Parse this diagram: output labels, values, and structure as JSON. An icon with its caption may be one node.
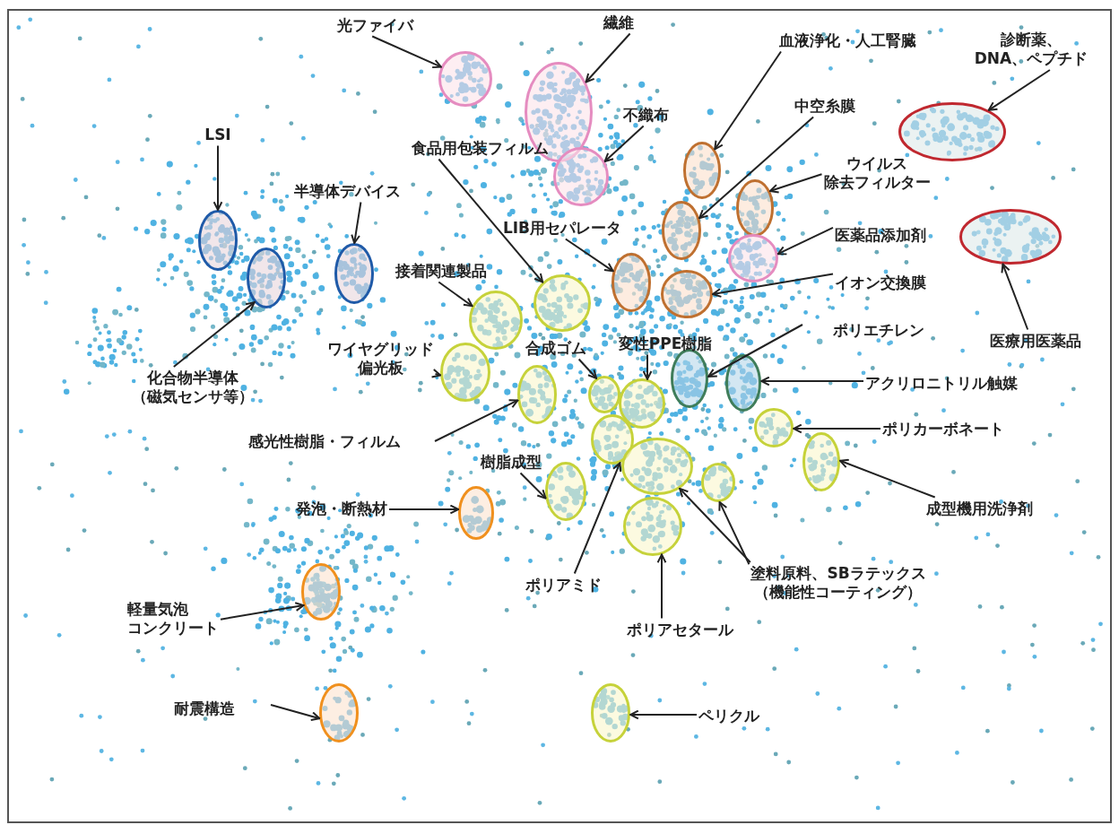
{
  "diagram": {
    "nodes": [
      {
        "text": [
          "光ファイバ"
        ]
      },
      {
        "text": [],
        "shape": "ellipse"
      },
      {
        "text": [
          "繊維"
        ]
      },
      {
        "text": [],
        "shape": "ellipse"
      },
      {
        "text": [
          "血液浄化・人工腎臓"
        ]
      },
      {
        "text": [],
        "shape": "ellipse"
      },
      {
        "text": [
          "診断薬、DNA、ペプチド"
        ]
      },
      {
        "text": [],
        "shape": "ellipse"
      },
      {
        "text": [
          "不織布"
        ]
      },
      {
        "text": [],
        "shape": "ellipse"
      },
      {
        "text": [
          "LSI"
        ]
      },
      {
        "text": [],
        "shape": "ellipse"
      },
      {
        "text": [
          "食品用包装フィルム"
        ]
      },
      {
        "text": [],
        "shape": "ellipse"
      },
      {
        "text": [
          "中空糸膜"
        ]
      },
      {
        "text": [],
        "shape": "ellipse"
      },
      {
        "text": [
          "ウイルス除去フィルター"
        ]
      },
      {
        "text": [],
        "shape": "ellipse"
      },
      {
        "text": [
          "半導体デバイス"
        ]
      },
      {
        "text": [],
        "shape": "ellipse"
      },
      {
        "text": [
          "LIB用セパレータ"
        ]
      },
      {
        "text": [],
        "shape": "ellipse"
      },
      {
        "text": [
          "医薬品添加剤"
        ]
      },
      {
        "text": [],
        "shape": "ellipse"
      },
      {
        "text": [
          "接着関連製品"
        ]
      },
      {
        "text": [],
        "shape": "ellipse"
      },
      {
        "text": [
          "イオン交換膜"
        ]
      },
      {
        "text": [],
        "shape": "ellipse"
      },
      {
        "text": [
          "変性PPE樹脂"
        ]
      },
      {
        "text": [],
        "shape": "ellipse"
      },
      {
        "text": [
          "ポリエチレン"
        ]
      },
      {
        "text": [],
        "shape": "ellipse"
      },
      {
        "text": [
          "合成ゴム"
        ]
      },
      {
        "text": [],
        "shape": "ellipse"
      },
      {
        "text": [
          "医療用医薬品"
        ]
      },
      {
        "text": [],
        "shape": "ellipse"
      },
      {
        "text": [
          "ワイヤグリッド偏光板"
        ]
      },
      {
        "text": [],
        "shape": "ellipse"
      },
      {
        "text": [
          "化合物半導体（磁気センサ等）"
        ]
      },
      {
        "text": [],
        "shape": "ellipse"
      },
      {
        "text": [
          "アクリロニトリル触媒"
        ]
      },
      {
        "text": [],
        "shape": "ellipse"
      },
      {
        "text": [
          "ポリカーボネート"
        ]
      },
      {
        "text": [],
        "shape": "ellipse"
      },
      {
        "text": [
          "感光性樹脂・フィルム"
        ]
      },
      {
        "text": [],
        "shape": "ellipse"
      },
      {
        "text": [
          "樹脂成型"
        ]
      },
      {
        "text": [],
        "shape": "ellipse"
      },
      {
        "text": [
          "成型機用洗浄剤"
        ]
      },
      {
        "text": [],
        "shape": "ellipse"
      },
      {
        "text": [
          "発泡・断熱材"
        ]
      },
      {
        "text": [],
        "shape": "ellipse"
      },
      {
        "text": [
          "ポリアミド"
        ]
      },
      {
        "text": [],
        "shape": "ellipse"
      },
      {
        "text": [
          "塗料原料、SBラテックス（機能性コーティング）"
        ]
      },
      {
        "text": [],
        "shape": "ellipse"
      },
      {
        "text": [],
        "shape": "ellipse"
      },
      {
        "text": [
          "軽量気泡コンクリート"
        ]
      },
      {
        "text": [],
        "shape": "ellipse"
      },
      {
        "text": [
          "ポリアセタール"
        ]
      },
      {
        "text": [],
        "shape": "ellipse"
      },
      {
        "text": [
          "耐震構造"
        ]
      },
      {
        "text": [],
        "shape": "ellipse"
      },
      {
        "text": [
          "ペリクル"
        ]
      },
      {
        "text": [],
        "shape": "ellipse"
      }
    ],
    "edges": [
      {
        "from": 0,
        "to": 1,
        "arrow": "to"
      },
      {
        "from": 2,
        "to": 3,
        "arrow": "to"
      },
      {
        "from": 4,
        "to": 5,
        "arrow": "to"
      },
      {
        "from": 6,
        "to": 7,
        "arrow": "to"
      },
      {
        "from": 8,
        "to": 9,
        "arrow": "to"
      },
      {
        "from": 10,
        "to": 11,
        "arrow": "to"
      },
      {
        "from": 12,
        "to": 13,
        "arrow": "to"
      },
      {
        "from": 14,
        "to": 15,
        "arrow": "to"
      },
      {
        "from": 16,
        "to": 17,
        "arrow": "to"
      },
      {
        "from": 18,
        "to": 19,
        "arrow": "to"
      },
      {
        "from": 20,
        "to": 21,
        "arrow": "to"
      },
      {
        "from": 22,
        "to": 23,
        "arrow": "to"
      },
      {
        "from": 24,
        "to": 25,
        "arrow": "to"
      },
      {
        "from": 26,
        "to": 27,
        "arrow": "to"
      },
      {
        "from": 28,
        "to": 29,
        "arrow": "to"
      },
      {
        "from": 30,
        "to": 31,
        "arrow": "to"
      },
      {
        "from": 32,
        "to": 33,
        "arrow": "to"
      },
      {
        "from": 34,
        "to": 35,
        "arrow": "to"
      },
      {
        "from": 36,
        "to": 37,
        "arrow": "to"
      },
      {
        "from": 38,
        "to": 39,
        "arrow": "to"
      },
      {
        "from": 40,
        "to": 41,
        "arrow": "to"
      },
      {
        "from": 42,
        "to": 43,
        "arrow": "to"
      },
      {
        "from": 44,
        "to": 45,
        "arrow": "to"
      },
      {
        "from": 46,
        "to": 47,
        "arrow": "to"
      },
      {
        "from": 48,
        "to": 49,
        "arrow": "to"
      },
      {
        "from": 50,
        "to": 51,
        "arrow": "to"
      },
      {
        "from": 52,
        "to": 53,
        "arrow": "to"
      },
      {
        "from": 54,
        "to": 55,
        "arrow": "to"
      },
      {
        "from": 54,
        "to": 56,
        "arrow": "to"
      },
      {
        "from": 57,
        "to": 58,
        "arrow": "to"
      },
      {
        "from": 59,
        "to": 60,
        "arrow": "to"
      },
      {
        "from": 61,
        "to": 62,
        "arrow": "to"
      },
      {
        "from": 63,
        "to": 64,
        "arrow": "to"
      }
    ]
  }
}
